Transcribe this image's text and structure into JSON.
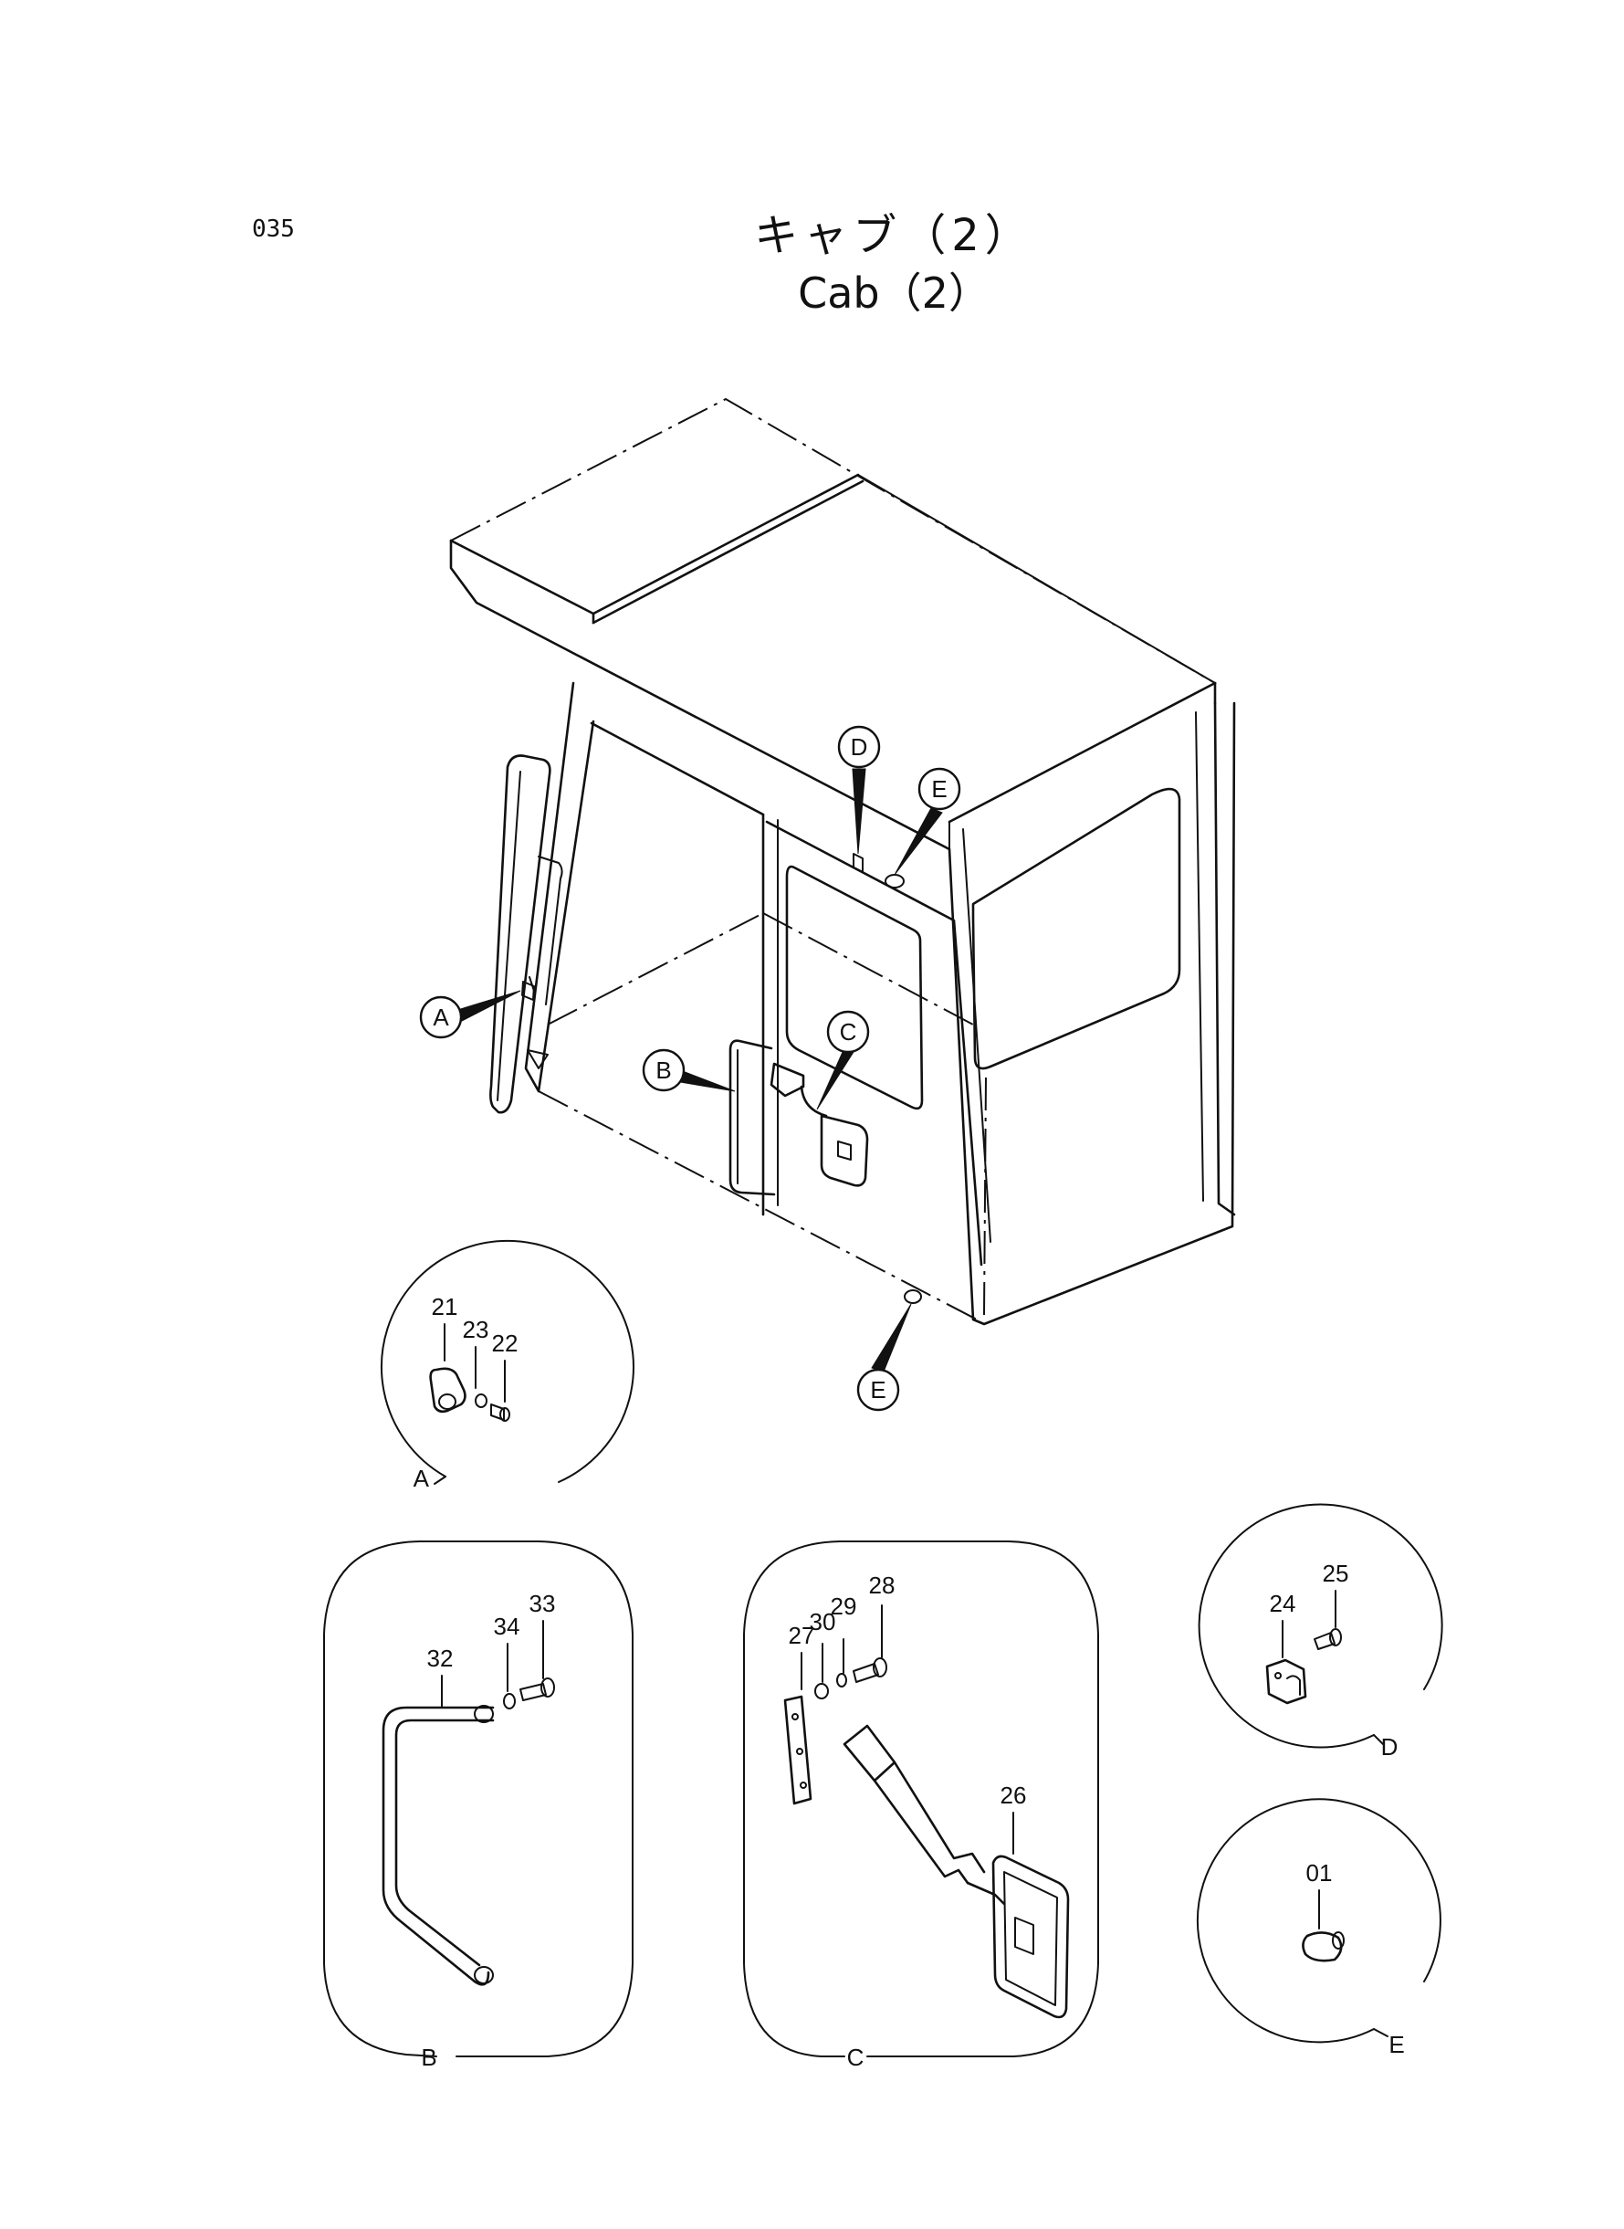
{
  "page_number": "035",
  "title_jp": "キャブ（2）",
  "title_en": "Cab（2）",
  "callouts": {
    "main": [
      "A",
      "B",
      "C",
      "D",
      "E",
      "E"
    ],
    "detail_labels": [
      "A",
      "B",
      "C",
      "D",
      "E"
    ]
  },
  "details": {
    "A": {
      "label": "A",
      "parts": [
        "21",
        "23",
        "22"
      ]
    },
    "B": {
      "label": "B",
      "parts": [
        "32",
        "34",
        "33"
      ]
    },
    "C": {
      "label": "C",
      "parts": [
        "27",
        "30",
        "29",
        "28",
        "26"
      ]
    },
    "D": {
      "label": "D",
      "parts": [
        "24",
        "25"
      ]
    },
    "E": {
      "label": "E",
      "parts": [
        "01"
      ]
    }
  }
}
